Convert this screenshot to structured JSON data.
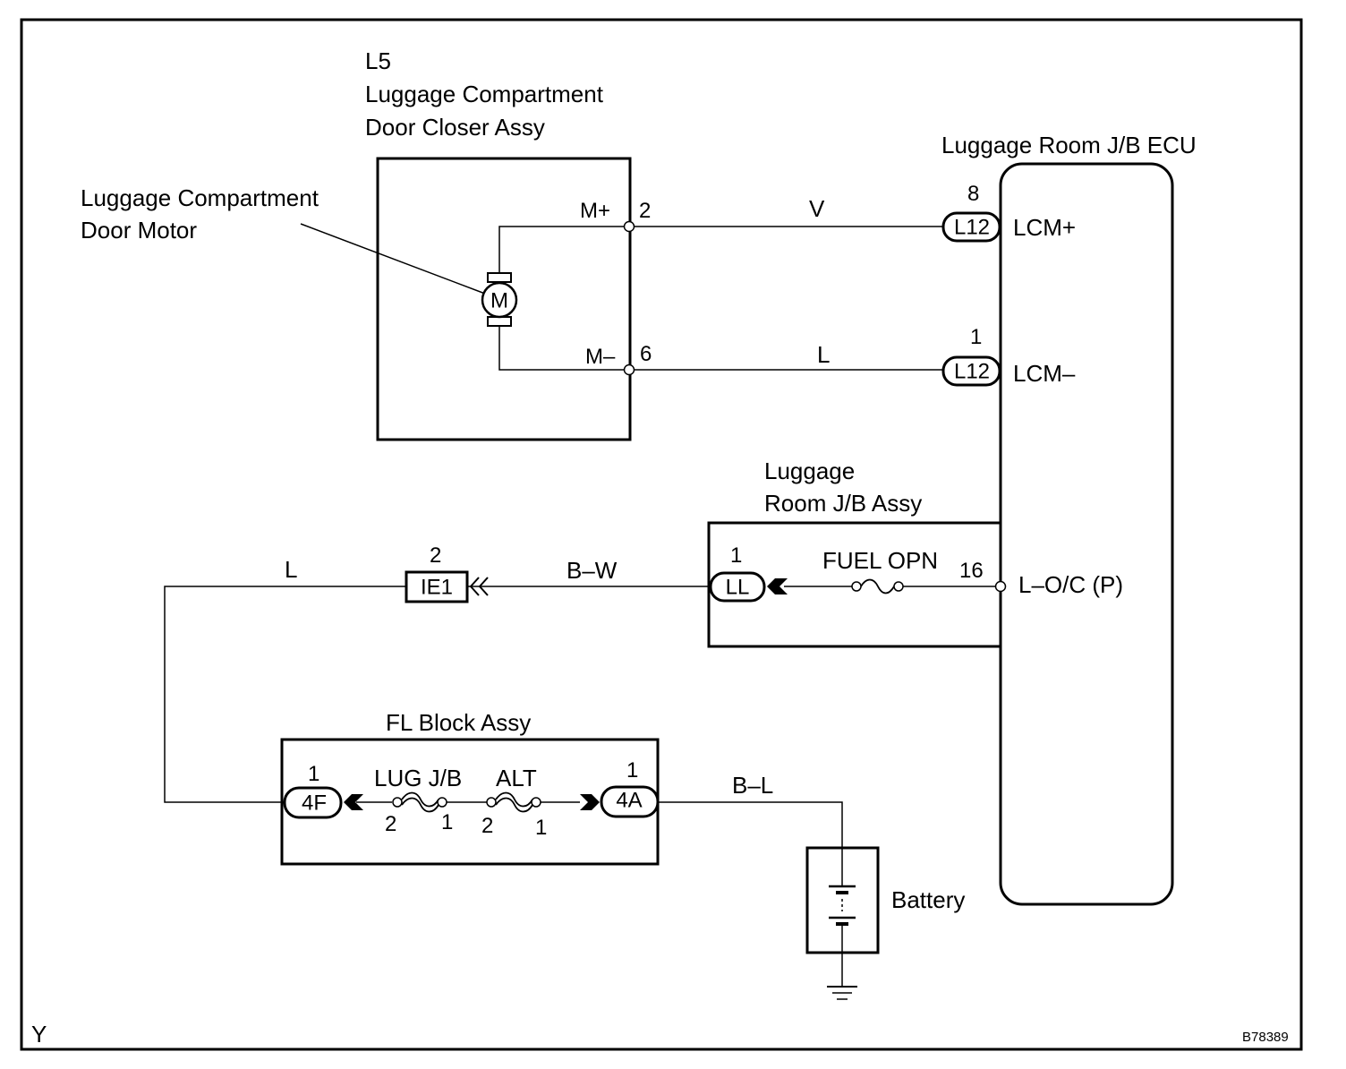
{
  "components": {
    "closer": {
      "code": "L5",
      "name_line1": "Luggage Compartment",
      "name_line2": "Door Closer Assy",
      "pin_m_plus": "M+",
      "pin_m_plus_num": "2",
      "pin_m_minus": "M–",
      "pin_m_minus_num": "6"
    },
    "motor": {
      "name_line1": "Luggage Compartment",
      "name_line2": "Door Motor",
      "symbol": "M"
    },
    "ecu": {
      "name": "Luggage Room J/B ECU",
      "lcm_plus": "LCM+",
      "lcm_minus": "LCM–",
      "loc": "L–O/C (P)"
    },
    "jb_assy": {
      "name_line1": "Luggage",
      "name_line2": "Room J/B Assy",
      "fuse": "FUEL OPN",
      "pin16": "16"
    },
    "fl_block": {
      "name": "FL Block Assy",
      "fuse_lug": "LUG J/B",
      "fuse_alt": "ALT",
      "lug_pin_left": "2",
      "lug_pin_right": "1",
      "alt_pin_left": "2",
      "alt_pin_right": "1"
    },
    "battery": {
      "name": "Battery"
    }
  },
  "connectors": {
    "l12_top": {
      "label": "L12",
      "pin": "8"
    },
    "l12_bottom": {
      "label": "L12",
      "pin": "1"
    },
    "ll": {
      "label": "LL",
      "pin": "1"
    },
    "ie1": {
      "label": "IE1",
      "pin": "2"
    },
    "c4f": {
      "label": "4F",
      "pin": "1"
    },
    "c4a": {
      "label": "4A",
      "pin": "1"
    }
  },
  "wires": {
    "v": "V",
    "l_top": "L",
    "b_w": "B–W",
    "l_left": "L",
    "b_l": "B–L"
  },
  "footer": {
    "left_code": "Y",
    "figure_code": "B78389"
  }
}
